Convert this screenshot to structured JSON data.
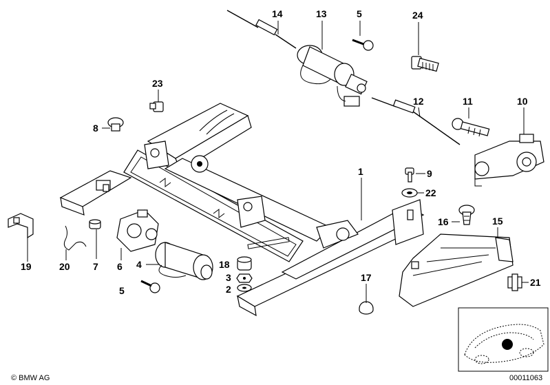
{
  "callouts": {
    "p1": "1",
    "p2": "2",
    "p3": "3",
    "p4": "4",
    "p5a": "5",
    "p5b": "5",
    "p6": "6",
    "p7": "7",
    "p8": "8",
    "p9": "9",
    "p10": "10",
    "p11": "11",
    "p12": "12",
    "p13": "13",
    "p14": "14",
    "p15": "15",
    "p16": "16",
    "p17": "17",
    "p18": "18",
    "p19": "19",
    "p20": "20",
    "p21": "21",
    "p22": "22",
    "p23": "23",
    "p24": "24"
  },
  "footer": {
    "copyright": "© BMW AG",
    "image_number": "00011063"
  },
  "locator": {
    "marker_color": "#000000"
  }
}
